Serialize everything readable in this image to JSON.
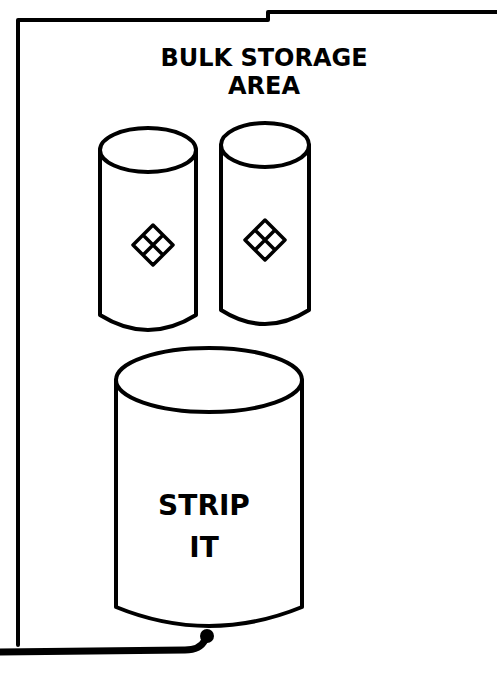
{
  "diagram": {
    "nodes": [
      {
        "text": [
          "BULK STORAGE AREA"
        ]
      },
      {
        "text": [
          "STRIP IT"
        ],
        "in": 0
      }
    ]
  }
}
